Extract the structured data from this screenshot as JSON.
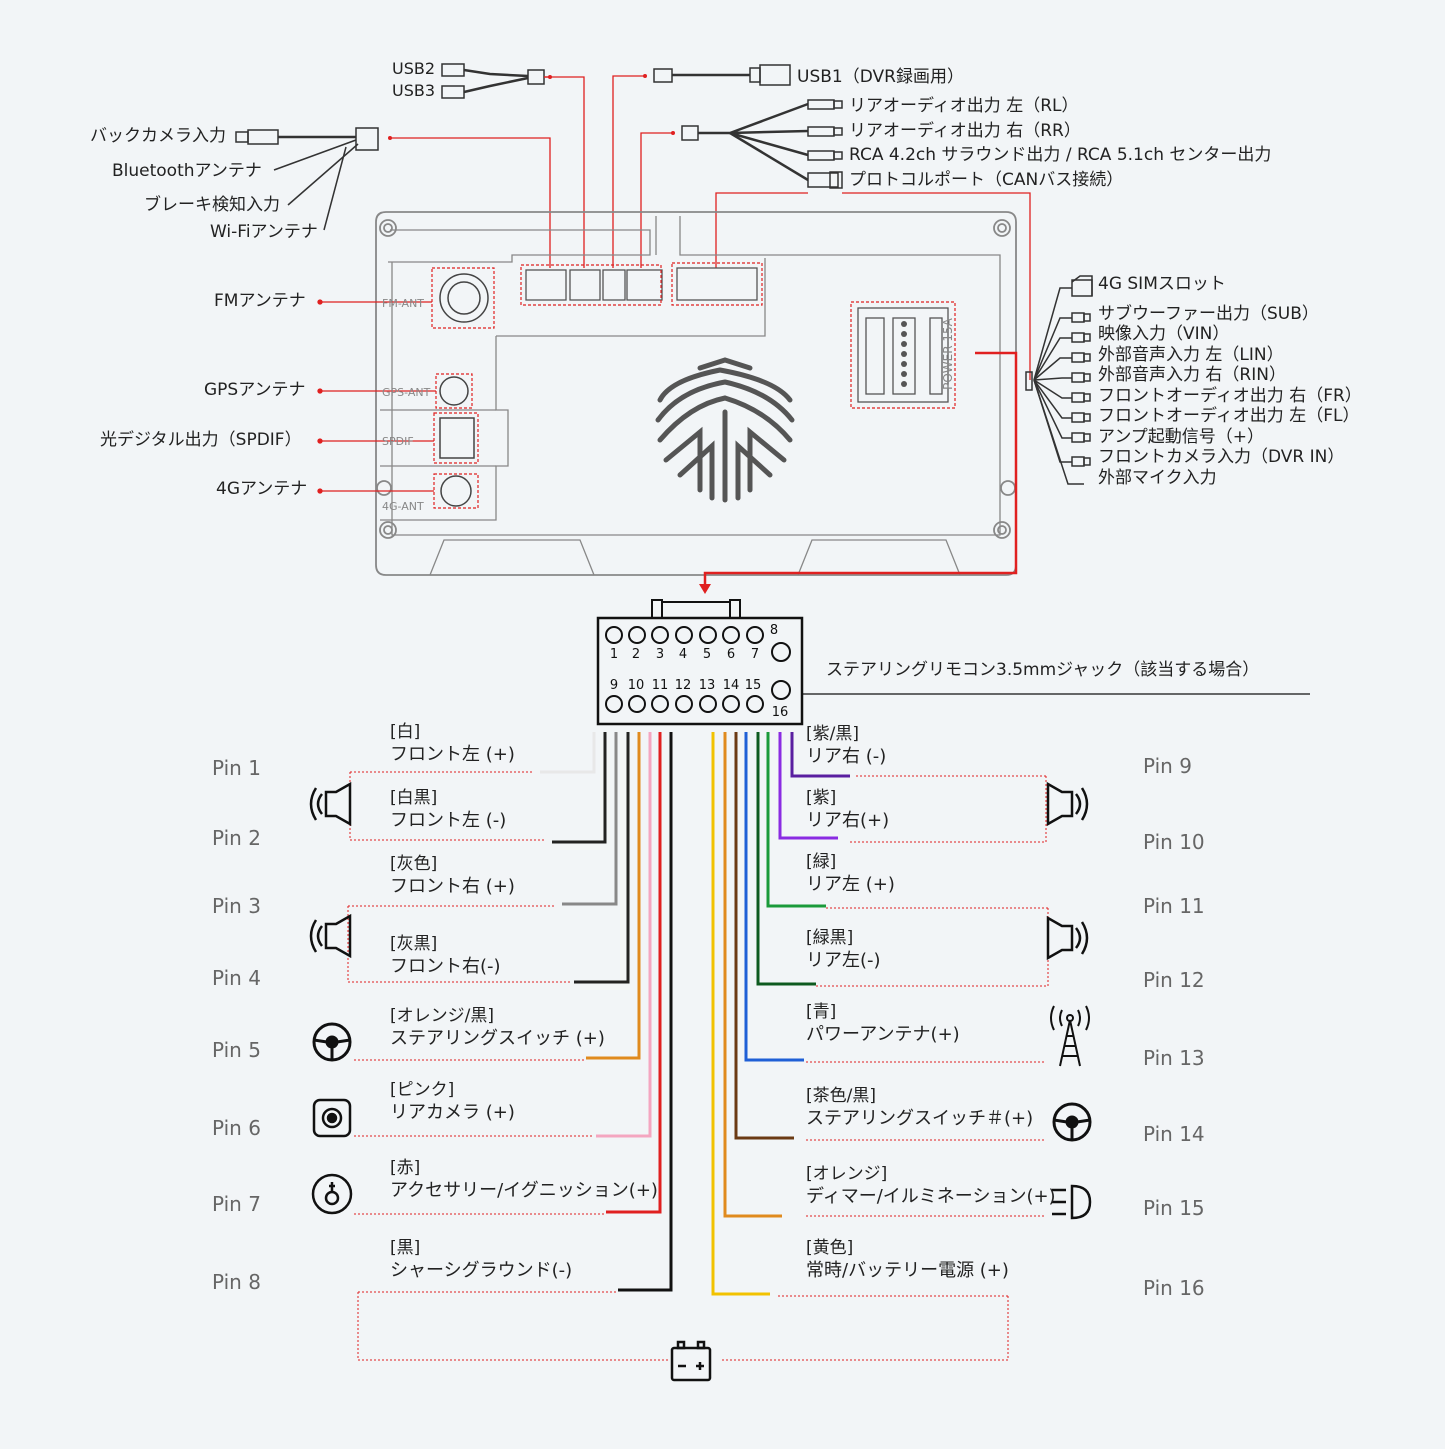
{
  "top_left_labels": {
    "usb2": "USB2",
    "usb3": "USB3",
    "backcam": "バックカメラ入力",
    "bluetooth": "Bluetoothアンテナ",
    "brake": "ブレーキ検知入力",
    "wifi": "Wi-Fiアンテナ"
  },
  "top_right_labels": {
    "usb1": "USB1（DVR録画用）",
    "rl": "リアオーディオ出力 左（RL）",
    "rr": "リアオーディオ出力 右（RR）",
    "rca": "RCA 4.2ch サラウンド出力 / RCA 5.1ch センター出力",
    "can": "プロトコルポート（CANバス接続）"
  },
  "left_side_labels": {
    "fm": "FMアンテナ",
    "gps": "GPSアンテナ",
    "spdif": "光デジタル出力（SPDIF）",
    "g4": "4Gアンテナ"
  },
  "board_labels": {
    "fm_ant": "FM-ANT",
    "gps_ant": "GPS-ANT",
    "spdif": "SPDIF",
    "g4_ant": "4G-ANT",
    "power": "POWER-15A"
  },
  "right_side_labels": [
    "4G SIMスロット",
    "サブウーファー出力（SUB）",
    "映像入力（VIN）",
    "外部音声入力 左（LIN）",
    "外部音声入力 右（RIN）",
    "フロントオーディオ出力 右（FR）",
    "フロントオーディオ出力 左（FL）",
    "アンプ起動信号（+）",
    "フロントカメラ入力（DVR IN）",
    "外部マイク入力"
  ],
  "connector": {
    "top_numbers": [
      "1",
      "2",
      "3",
      "4",
      "5",
      "6",
      "7",
      "8"
    ],
    "bottom_numbers": [
      "9",
      "10",
      "11",
      "12",
      "13",
      "14",
      "15",
      "16"
    ],
    "steering_jack": "ステアリングリモコン3.5mmジャック（該当する場合）"
  },
  "pins_left": [
    {
      "pin": "Pin 1",
      "color_label": "[白]",
      "func": "フロント左 (+)",
      "wire": "#e8e8e8"
    },
    {
      "pin": "Pin 2",
      "color_label": "[白黒]",
      "func": "フロント左 (-)",
      "wire": "#222222"
    },
    {
      "pin": "Pin 3",
      "color_label": "[灰色]",
      "func": "フロント右 (+)",
      "wire": "#888888"
    },
    {
      "pin": "Pin 4",
      "color_label": "[灰黒]",
      "func": "フロント右(-)",
      "wire": "#222222"
    },
    {
      "pin": "Pin 5",
      "color_label": "[オレンジ/黒]",
      "func": "ステアリングスイッチ (+)",
      "wire": "#e08a1e"
    },
    {
      "pin": "Pin 6",
      "color_label": "[ピンク]",
      "func": "リアカメラ (+)",
      "wire": "#f4a6c0"
    },
    {
      "pin": "Pin 7",
      "color_label": "[赤]",
      "func": "アクセサリー/イグニッション(+)",
      "wire": "#e02020"
    },
    {
      "pin": "Pin 8",
      "color_label": "[黒]",
      "func": "シャーシグラウンド(-)",
      "wire": "#111111"
    }
  ],
  "pins_right": [
    {
      "pin": "Pin 9",
      "color_label": "[紫/黒]",
      "func": "リア右 (-)",
      "wire": "#5a1fa0"
    },
    {
      "pin": "Pin 10",
      "color_label": "[紫]",
      "func": "リア右(+)",
      "wire": "#8a2be2"
    },
    {
      "pin": "Pin 11",
      "color_label": "[緑]",
      "func": "リア左 (+)",
      "wire": "#1a9a3a"
    },
    {
      "pin": "Pin 12",
      "color_label": "[緑黒]",
      "func": "リア左(-)",
      "wire": "#0d5a1f"
    },
    {
      "pin": "Pin 13",
      "color_label": "[青]",
      "func": "パワーアンテナ(+)",
      "wire": "#1f5fd6"
    },
    {
      "pin": "Pin 14",
      "color_label": "[茶色/黒]",
      "func": "ステアリングスイッチ＃(+)",
      "wire": "#6b3a14"
    },
    {
      "pin": "Pin 15",
      "color_label": "[オレンジ]",
      "func": "ディマー/イルミネーション(+)",
      "wire": "#e08a1e"
    },
    {
      "pin": "Pin 16",
      "color_label": "[黄色]",
      "func": "常時/バッテリー電源 (+)",
      "wire": "#f2c200"
    }
  ],
  "icons": [
    "speaker-icon",
    "steering-wheel-icon",
    "camera-icon",
    "ignition-key-icon",
    "antenna-icon",
    "headlight-icon",
    "battery-icon"
  ],
  "colors": {
    "accent_red": "#e02020",
    "board": "#888888",
    "text": "#222222"
  }
}
